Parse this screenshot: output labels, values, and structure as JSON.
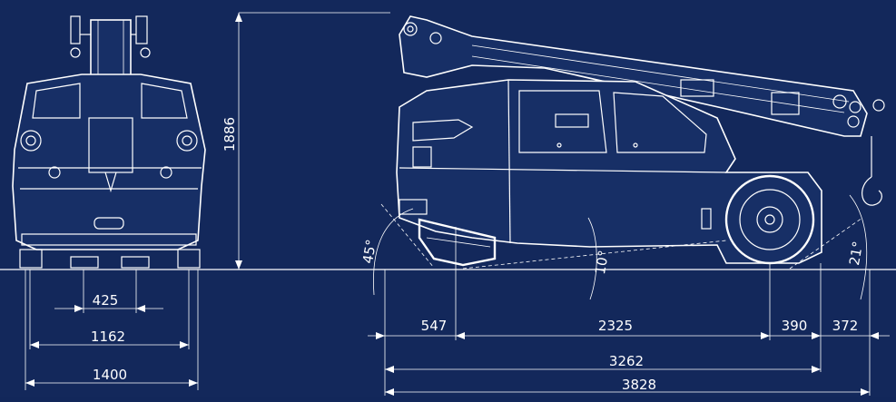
{
  "diagram": {
    "colors": {
      "background": "#13285b",
      "line": "#ffffff"
    },
    "front_view": {
      "dimensions": {
        "height": "1886",
        "track_inner": "425",
        "track_outer": "1162",
        "overall_width": "1400"
      }
    },
    "side_view": {
      "angles": {
        "approach": "45°",
        "ramp": "10°",
        "departure": "21°"
      },
      "dimensions": {
        "front_overhang": "547",
        "wheelbase_section": "2325",
        "rear_section": "390",
        "rear_overhang": "372",
        "chassis_length": "3262",
        "overall_length": "3828"
      }
    }
  }
}
